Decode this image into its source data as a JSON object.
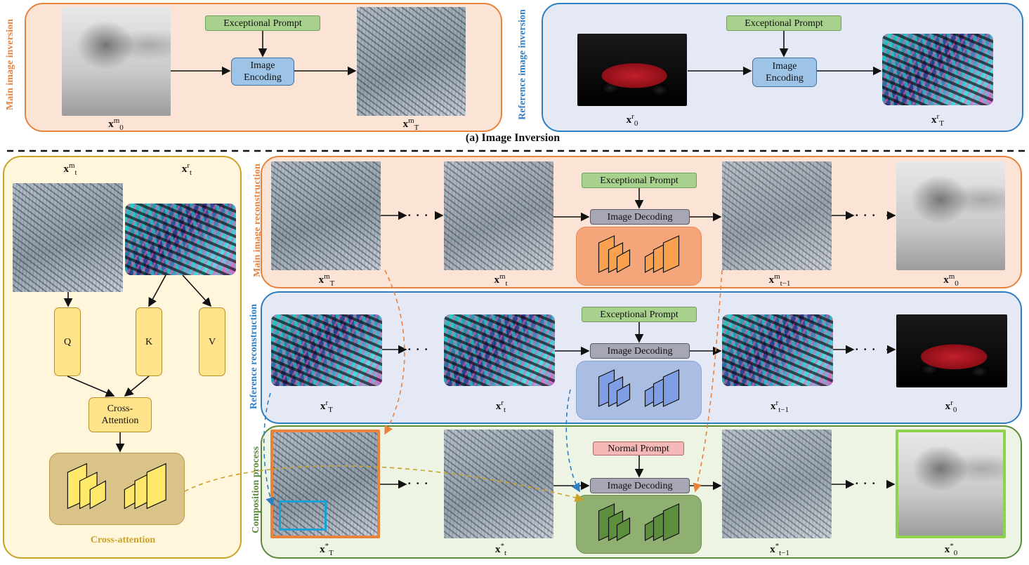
{
  "section_a": {
    "title": "(a) Image Inversion",
    "main_label": "Main image inversion",
    "ref_label": "Reference image inversion",
    "prompt": "Exceptional Prompt",
    "encoder": "Image Encoding",
    "x0m": "x",
    "x0m_sup": "m",
    "x0m_sub": "0",
    "xTm": "x",
    "xTm_sup": "m",
    "xTm_sub": "T",
    "x0r": "x",
    "x0r_sup": "r",
    "x0r_sub": "0",
    "xTr": "x",
    "xTr_sup": "r",
    "xTr_sub": "T"
  },
  "left_panel": {
    "xtm": "x",
    "xtm_sup": "m",
    "xtm_sub": "t",
    "xtr": "x",
    "xtr_sup": "r",
    "xtr_sub": "t",
    "q": "Q",
    "k": "K",
    "v": "V",
    "cross_attention_box": "Cross-Attention",
    "cross_attention_label": "Cross-attention"
  },
  "rows": {
    "main_label": "Main image reconstruction",
    "ref_label": "Reference reconstruction",
    "comp_label": "Composition process",
    "decoder": "Image Decoding",
    "exceptional_prompt": "Exceptional Prompt",
    "normal_prompt": "Normal Prompt",
    "dots": "· · ·"
  },
  "captions": {
    "m": [
      "x^m_T",
      "x^m_t",
      "x^m_{t−1}",
      "x^m_0"
    ],
    "r": [
      "x^r_T",
      "x^r_t",
      "x^r_{t−1}",
      "x^r_0"
    ],
    "c": [
      "x^*_T",
      "x^*_t",
      "x^*_{t−1}",
      "x^*_0"
    ]
  },
  "colors": {
    "orange": "#e8823d",
    "blue": "#2f7ec4",
    "green": "#5a8a3a",
    "gold": "#c9a227"
  }
}
